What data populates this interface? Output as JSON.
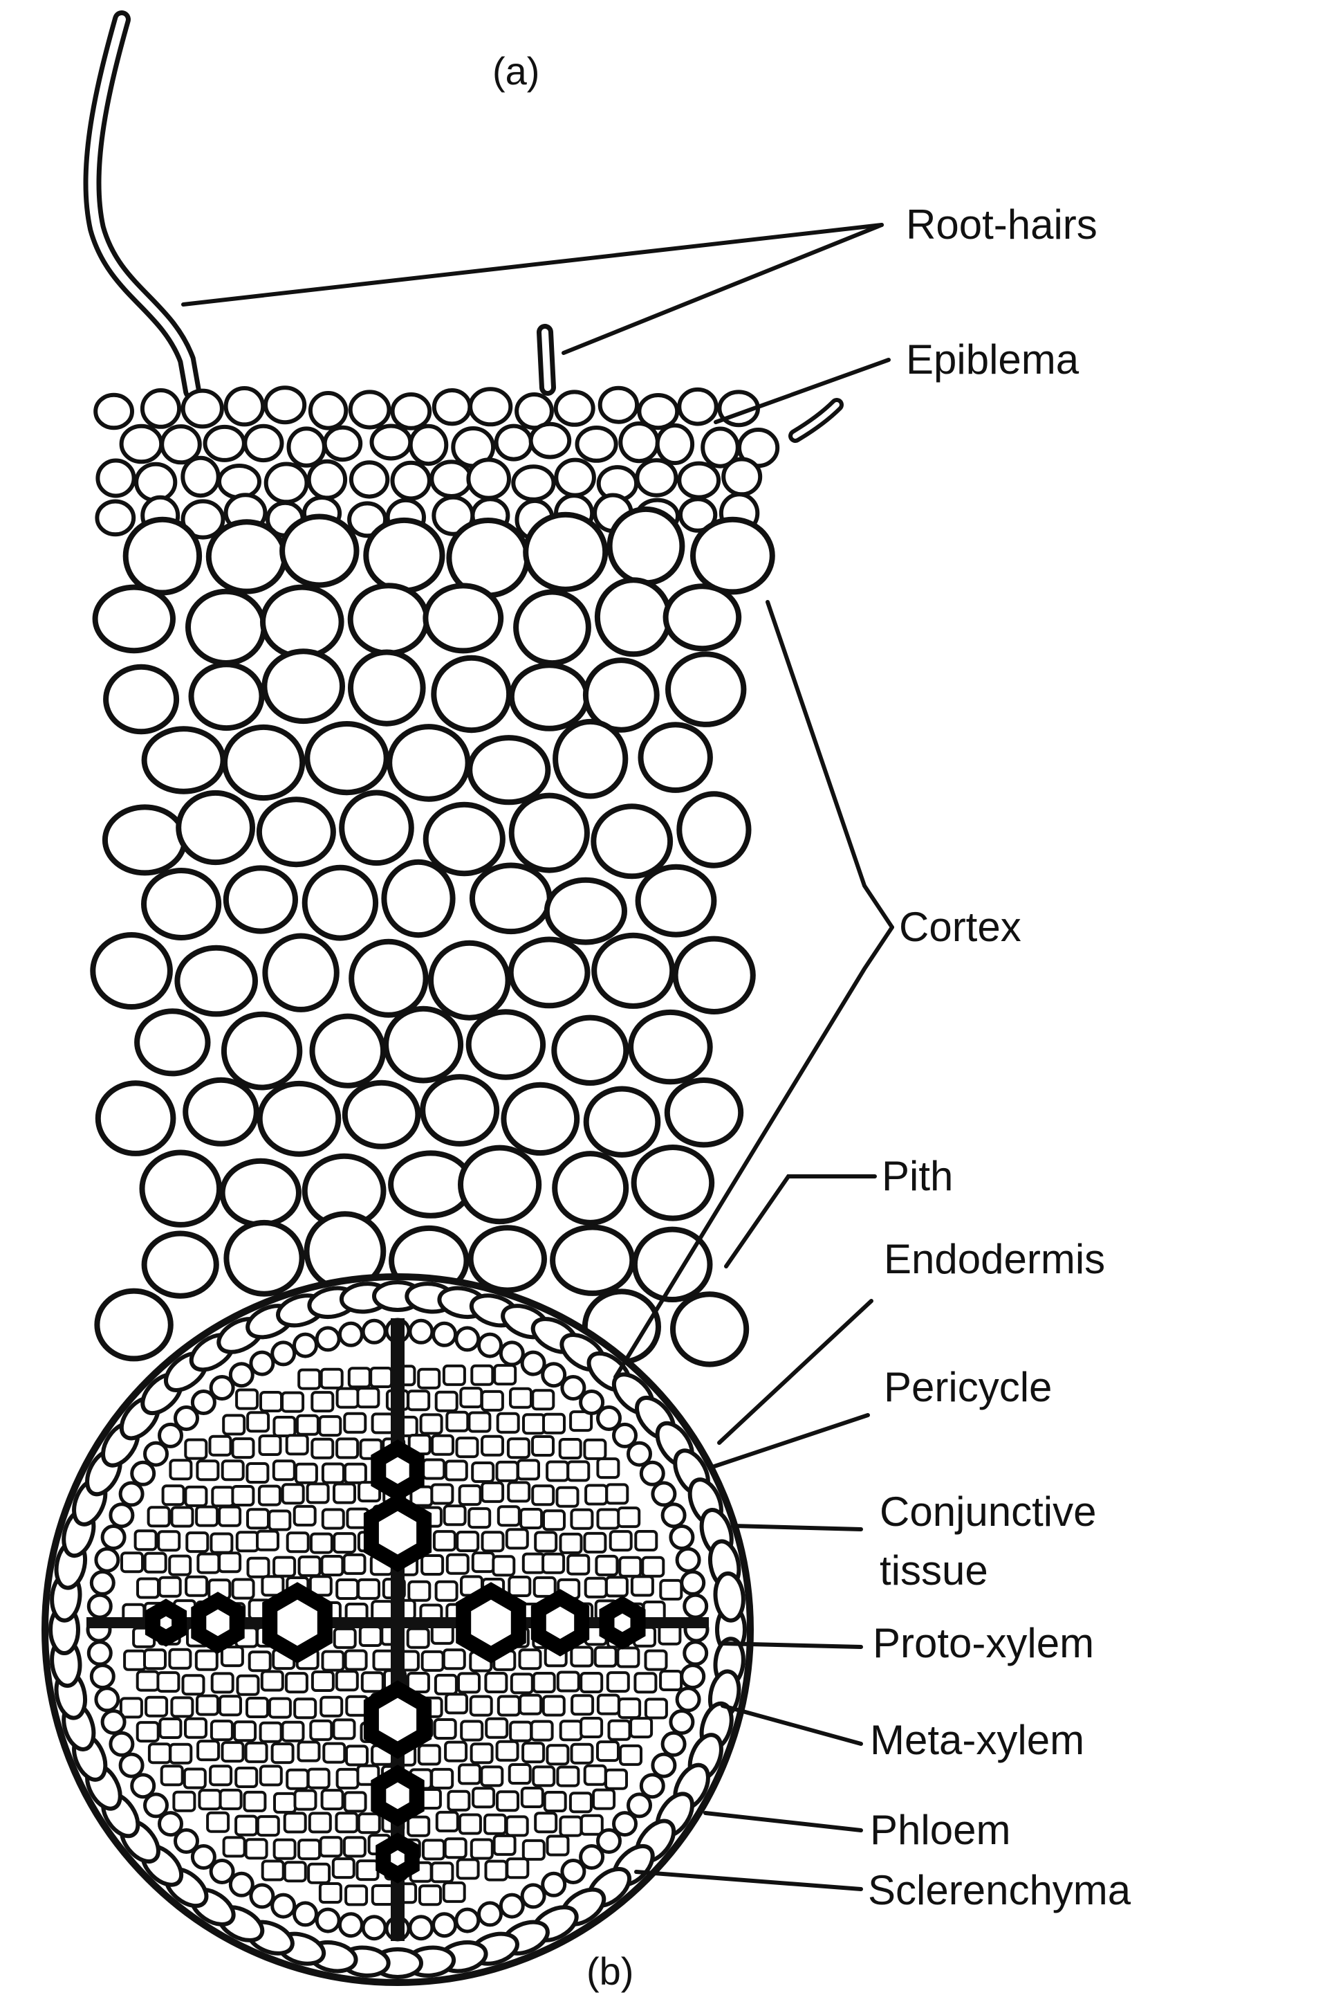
{
  "panels": {
    "a": "(a)",
    "b": "(b)"
  },
  "labels": {
    "root_hairs": "Root-hairs",
    "epiblema": "Epiblema",
    "cortex": "Cortex",
    "pith": "Pith",
    "endodermis": "Endodermis",
    "pericycle": "Pericycle",
    "conjunctive_1": "Conjunctive",
    "conjunctive_2": "tissue",
    "protoxylem": "Proto-xylem",
    "metaxylem": "Meta-xylem",
    "phloem": "Phloem",
    "sclerenchyma": "Sclerenchyma"
  },
  "colors": {
    "ink": "#111111",
    "paper": "#ffffff"
  }
}
